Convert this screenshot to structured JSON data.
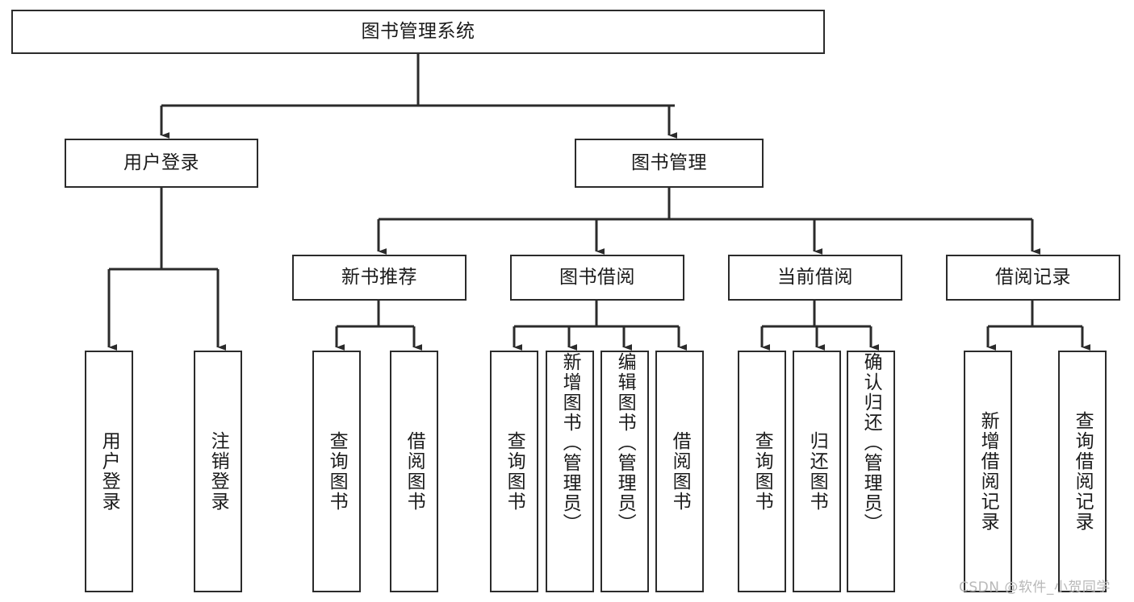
{
  "diagram": {
    "type": "tree-hierarchy",
    "title": "图书管理系统",
    "orientation": "top-down",
    "colors": {
      "border": "#2b2b2b",
      "fill": "#ffffff",
      "text": "#1b1b1b",
      "connector": "#2b2b2b",
      "watermark": "#b8b8b8"
    },
    "root": {
      "label": "图书管理系统"
    },
    "level2": [
      {
        "id": "user-login",
        "label": "用户登录"
      },
      {
        "id": "book-management",
        "label": "图书管理"
      }
    ],
    "level3": [
      {
        "id": "new-book-recommend",
        "label": "新书推荐",
        "parent": "book-management"
      },
      {
        "id": "book-borrow",
        "label": "图书借阅",
        "parent": "book-management"
      },
      {
        "id": "current-borrow",
        "label": "当前借阅",
        "parent": "book-management"
      },
      {
        "id": "borrow-record",
        "label": "借阅记录",
        "parent": "book-management"
      }
    ],
    "leaves": {
      "user_login": [
        {
          "id": "leaf-user-login",
          "label": "用户登录"
        },
        {
          "id": "leaf-logout",
          "label": "注销登录"
        }
      ],
      "new_book_recommend": [
        {
          "id": "leaf-query-book-1",
          "label": "查询图书"
        },
        {
          "id": "leaf-borrow-book-1",
          "label": "借阅图书"
        }
      ],
      "book_borrow": [
        {
          "id": "leaf-query-book-2",
          "label": "查询图书"
        },
        {
          "id": "leaf-add-book",
          "label": "新增图书（管理员）"
        },
        {
          "id": "leaf-edit-book",
          "label": "编辑图书（管理员）"
        },
        {
          "id": "leaf-borrow-book-2",
          "label": "借阅图书"
        }
      ],
      "current_borrow": [
        {
          "id": "leaf-query-book-3",
          "label": "查询图书"
        },
        {
          "id": "leaf-return-book",
          "label": "归还图书"
        },
        {
          "id": "leaf-confirm-return",
          "label": "确认归还（管理员）"
        }
      ],
      "borrow_record": [
        {
          "id": "leaf-add-record",
          "label": "新增借阅记录"
        },
        {
          "id": "leaf-query-record",
          "label": "查询借阅记录"
        }
      ]
    },
    "watermark": "CSDN @软件_小贺同学"
  }
}
